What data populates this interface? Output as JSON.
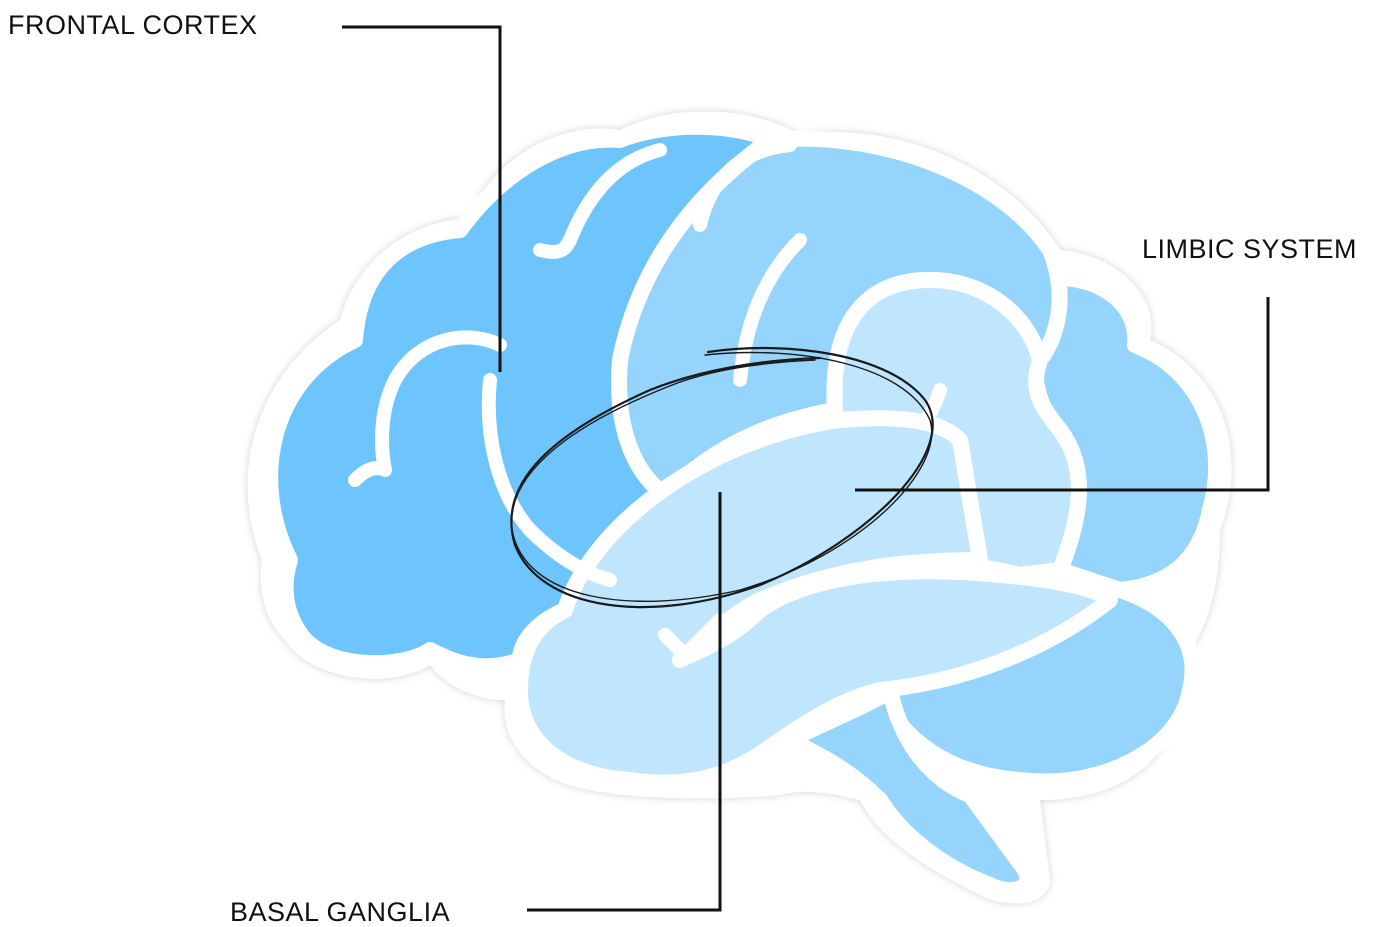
{
  "labels": {
    "frontal_cortex": "FRONTAL CORTEX",
    "limbic_system": "LIMBIC SYSTEM",
    "basal_ganglia": "BASAL GANGLIA"
  },
  "colors": {
    "dark_blue": "#6EC5FD",
    "mid_blue": "#95D4FC",
    "light_blue": "#BFE6FD",
    "outline": "#FFFFFF",
    "line": "#111111"
  }
}
